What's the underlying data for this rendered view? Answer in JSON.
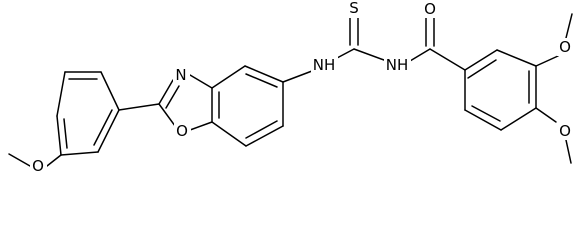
{
  "molecule": {
    "atoms": {
      "O_oxazole": "O",
      "N_oxazole": "N",
      "O_aryl_methoxy": "O",
      "NH_left": "NH",
      "S_thio": "S",
      "NH_right": "NH",
      "O_carbonyl": "O",
      "O_methoxy_top": "O",
      "O_methoxy_bottom": "O"
    }
  }
}
